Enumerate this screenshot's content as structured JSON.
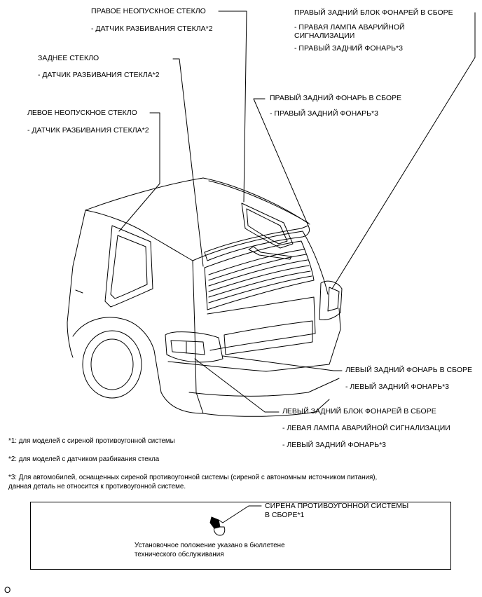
{
  "labels": {
    "right_fixed_glass": "ПРАВОЕ НЕОПУСКНОЕ СТЕКЛО",
    "right_fixed_glass_sub": "- ДАТЧИК РАЗБИВАНИЯ СТЕКЛА*2",
    "back_glass": "ЗАДНЕЕ СТЕКЛО",
    "back_glass_sub": "- ДАТЧИК РАЗБИВАНИЯ СТЕКЛА*2",
    "left_fixed_glass": "ЛЕВОЕ НЕОПУСКНОЕ СТЕКЛО",
    "left_fixed_glass_sub": "- ДАТЧИК РАЗБИВАНИЯ СТЕКЛА*2",
    "rr_combo_lamp": "ПРАВЫЙ ЗАДНИЙ БЛОК ФОНАРЕЙ В СБОРЕ",
    "rr_combo_lamp_sub1_line1": "- ПРАВАЯ ЛАМПА АВАРИЙНОЙ",
    "rr_combo_lamp_sub1_line2": "СИГНАЛИЗАЦИИ",
    "rr_combo_lamp_sub2": "- ПРАВЫЙ ЗАДНИЙ ФОНАРЬ*3",
    "rr_lamp": "ПРАВЫЙ ЗАДНИЙ ФОНАРЬ В СБОРЕ",
    "rr_lamp_sub": "- ПРАВЫЙ ЗАДНИЙ ФОНАРЬ*3",
    "rl_lamp": "ЛЕВЫЙ ЗАДНИЙ ФОНАРЬ В СБОРЕ",
    "rl_lamp_sub": "- ЛЕВЫЙ ЗАДНИЙ ФОНАРЬ*3",
    "rl_combo_lamp": "ЛЕВЫЙ ЗАДНИЙ БЛОК ФОНАРЕЙ В СБОРЕ",
    "rl_combo_lamp_sub1": "- ЛЕВАЯ ЛАМПА АВАРИЙНОЙ СИГНАЛИЗАЦИИ",
    "rl_combo_lamp_sub2": "- ЛЕВЫЙ ЗАДНИЙ ФОНАРЬ*3"
  },
  "notes": {
    "n1": "*1: для моделей с сиреной противоугонной системы",
    "n2": "*2: для моделей с датчиком разбивания стекла",
    "n3_line1": "*3: Для автомобилей, оснащенных сиреной противоугонной системы (сиреной с автономным источником питания),",
    "n3_line2": "данная деталь не относится к противоугонной системе."
  },
  "siren_box": {
    "label_line1": "СИРЕНА ПРОТИВОУГОННОЙ СИСТЕМЫ",
    "label_line2": "В СБОРЕ*1",
    "desc_line1": "Установочное положение указано в бюллетене",
    "desc_line2": "технического обслуживания"
  },
  "footer_mark": "O"
}
